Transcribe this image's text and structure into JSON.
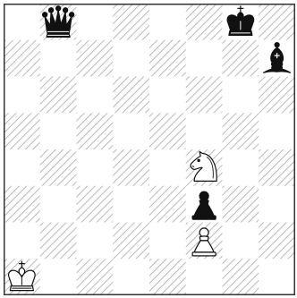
{
  "board": {
    "files": [
      "a",
      "b",
      "c",
      "d",
      "e",
      "f",
      "g",
      "h"
    ],
    "ranks": [
      8,
      7,
      6,
      5,
      4,
      3,
      2,
      1
    ],
    "orientation": "white-bottom",
    "light_square_color": "#ffffff",
    "dark_square_style": "diagonal-hatch",
    "hatch_color": "#a9a9a9",
    "border_color": "#333333"
  },
  "pieces": [
    {
      "square": "b8",
      "type": "queen",
      "color": "black",
      "icon": "black-queen-icon"
    },
    {
      "square": "g8",
      "type": "king",
      "color": "black",
      "icon": "black-king-icon"
    },
    {
      "square": "h7",
      "type": "bishop",
      "color": "black",
      "icon": "black-bishop-icon"
    },
    {
      "square": "f4",
      "type": "knight",
      "color": "white",
      "icon": "white-knight-icon"
    },
    {
      "square": "f3",
      "type": "pawn",
      "color": "black",
      "icon": "black-pawn-icon"
    },
    {
      "square": "f2",
      "type": "pawn",
      "color": "white",
      "icon": "white-pawn-icon"
    },
    {
      "square": "a1",
      "type": "king",
      "color": "white",
      "icon": "white-king-icon"
    }
  ]
}
